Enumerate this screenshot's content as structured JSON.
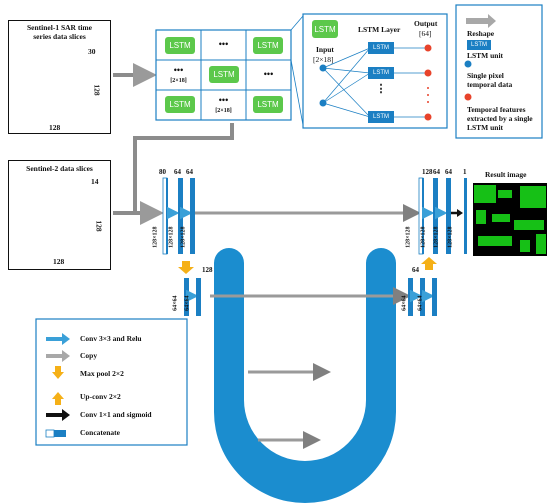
{
  "sar": {
    "title_line1": "Sentinel-1 SAR time",
    "title_line2": "series data slices",
    "depth": "30",
    "height": "128",
    "width": "128"
  },
  "s2": {
    "title": "Sentinel-2 data slices",
    "depth": "14",
    "height": "128",
    "width": "128"
  },
  "grid": {
    "lstm": "LSTM",
    "dots": "•••",
    "dim": "[2×18]"
  },
  "lstm_panel": {
    "lstm_label": "LSTM",
    "layer": "LSTM Layer",
    "output": "Output",
    "output_dim": "[64]",
    "input": "Input",
    "input_dim": "[2×18]",
    "unit1": "LSTM",
    "unit2": "LSTM",
    "unit3": "LSTM",
    "vdots": "⋮"
  },
  "legend_top": {
    "reshape": "Reshape",
    "lstm_unit": "LSTM",
    "lstm_unit_caption": "LSTM unit",
    "single_pixel_1": "Single pixel",
    "single_pixel_2": "temporal data",
    "temporal_1": "Temporal features",
    "temporal_2": "extracted by a single",
    "temporal_3": "LSTM unit"
  },
  "unet": {
    "c80": "80",
    "c64a": "64",
    "c64b": "64",
    "c128": "128",
    "c128r": "128",
    "c64r1": "64",
    "c64r2": "64",
    "c1": "1",
    "c64r": "64",
    "s128": "128×128",
    "s64": "64×64"
  },
  "result": {
    "title": "Result image"
  },
  "legend_bottom": {
    "conv": "Conv 3×3 and Relu",
    "copy": "Copy",
    "maxpool": "Max pool 2×2",
    "upconv": "Up-conv 2×2",
    "conv1": "Conv 1×1 and sigmoid",
    "concat": "Concatenate"
  },
  "colors": {
    "blue": "#1b7fc3",
    "green": "#5cc84b",
    "gray": "#8c8c8c",
    "orange": "#f5b017",
    "red": "#e8432b"
  }
}
